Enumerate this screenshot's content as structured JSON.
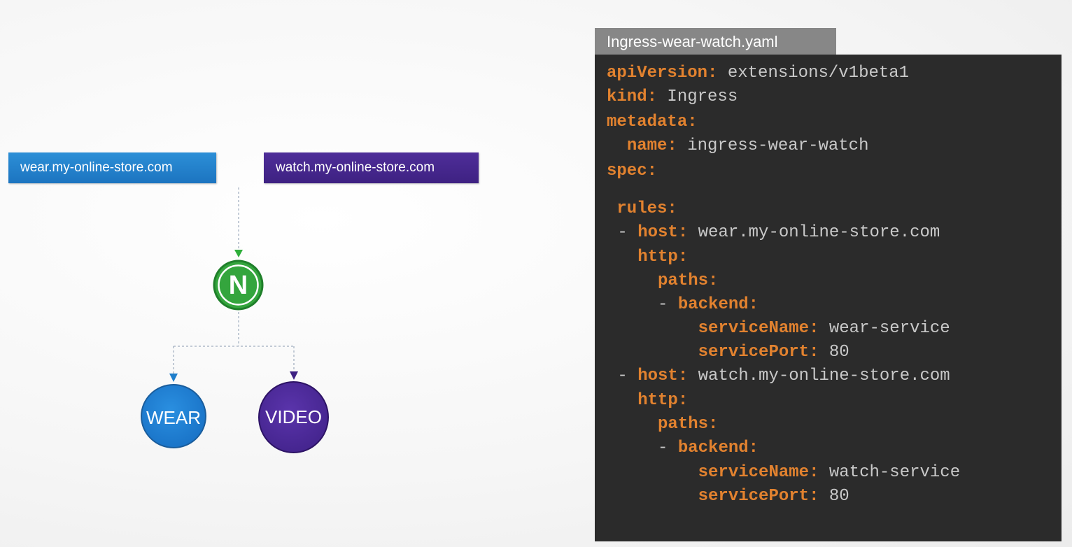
{
  "diagram": {
    "hosts": {
      "wear": "wear.my-online-store.com",
      "watch": "watch.my-online-store.com"
    },
    "services": {
      "wear": "WEAR",
      "video": "VIDEO"
    },
    "ingress_icon_letter": "N",
    "colors": {
      "wear": "#1c74c0",
      "watch": "#3e2182",
      "nginx": "#2e9b35"
    }
  },
  "code": {
    "filename": "Ingress-wear-watch.yaml",
    "lines": [
      {
        "indent": "",
        "key": "apiVersion",
        "value": "extensions/v1beta1"
      },
      {
        "indent": "",
        "key": "kind",
        "value": "Ingress"
      },
      {
        "indent": "",
        "key": "metadata",
        "value": ""
      },
      {
        "indent": "  ",
        "key": "name",
        "value": "ingress-wear-watch"
      },
      {
        "indent": "",
        "key": "spec",
        "value": ""
      },
      {
        "indent": " ",
        "key": "rules",
        "value": ""
      },
      {
        "indent": " - ",
        "key": "host",
        "value": "wear.my-online-store.com"
      },
      {
        "indent": "   ",
        "key": "http",
        "value": ""
      },
      {
        "indent": "     ",
        "key": "paths",
        "value": ""
      },
      {
        "indent": "     - ",
        "key": "backend",
        "value": ""
      },
      {
        "indent": "         ",
        "key": "serviceName",
        "value": "wear-service"
      },
      {
        "indent": "         ",
        "key": "servicePort",
        "value": "80"
      },
      {
        "indent": " - ",
        "key": "host",
        "value": "watch.my-online-store.com"
      },
      {
        "indent": "   ",
        "key": "http",
        "value": ""
      },
      {
        "indent": "     ",
        "key": "paths",
        "value": ""
      },
      {
        "indent": "     - ",
        "key": "backend",
        "value": ""
      },
      {
        "indent": "         ",
        "key": "serviceName",
        "value": "watch-service"
      },
      {
        "indent": "         ",
        "key": "servicePort",
        "value": "80"
      }
    ]
  }
}
